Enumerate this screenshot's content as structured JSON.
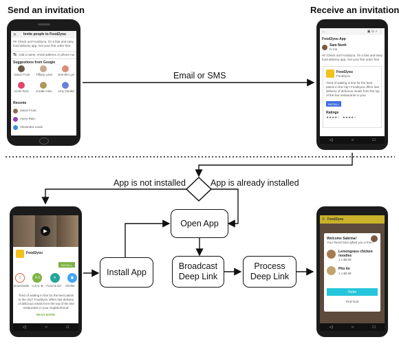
{
  "headings": {
    "send": "Send an invitation",
    "receive": "Receive an invitation"
  },
  "labels": {
    "email_sms": "Email or SMS",
    "not_installed": "App is not installed",
    "already_installed": "App is already installed"
  },
  "boxes": {
    "open_app": "Open App",
    "install_app": "Install App",
    "broadcast_l1": "Broadcast",
    "broadcast_l2": "Deep Link",
    "process_l1": "Process",
    "process_l2": "Deep Link"
  },
  "send_phone": {
    "title": "Invite people to Food2you",
    "message": "Hi! Check out Food2you, it's a fast and easy food delivery app. Get your first order free.",
    "to_label": "To",
    "to_placeholder": "Add a name, email address or phone number",
    "suggestions_label": "Suggestions from Google",
    "contacts": [
      "Jason Frost",
      "Tiffany Lewis",
      "Jennifer Lyn",
      "Annie Ruiz",
      "Jordan Alexander",
      "Amy Geralds"
    ],
    "recents_label": "Recents",
    "recents": [
      "Jason Frost",
      "Avery Rain",
      "Alexandra Lewis"
    ]
  },
  "receive_phone": {
    "toolbar_title": "Food2you App",
    "sender": "Sam Nunh",
    "sender_sub": "to me",
    "body": "Hi! Check out Food2you, it's a fast and easy food delivery app. Get your first order free.",
    "app_name": "Food2you",
    "app_sub": "Food2you",
    "pitch": "Tired of waiting in line for the best paints in the city? Food2you offers fast delivery of delicious meals from the top of the line restaurants in your neighborhood.",
    "install": "INSTALL",
    "ratings_label": "Ratings"
  },
  "store_phone": {
    "app_name": "Food2you",
    "install": "INSTALL",
    "badges": [
      "1",
      "4.3",
      "Food & Drink",
      "Similar"
    ],
    "badge_labels": [
      "Downloads",
      "4,471 ★",
      "Food & Drink",
      "Similar"
    ],
    "blurb": "Tired of waiting in line for the best paints in the city? Food2you offers fast delivery of delicious meals from the top of the line restaurants in your neighborhood.",
    "read_more": "READ MORE"
  },
  "open_phone": {
    "app_name": "Food2you",
    "welcome": "Welcome Sabrina!",
    "welcome_sub": "Your friend Sam gifted you a free order",
    "items": [
      {
        "name": "Lemongrass chicken noodles",
        "price": "1 x $8.99"
      },
      {
        "name": "Pho Ilo",
        "price": "1 x $8.99"
      }
    ],
    "order": "Order",
    "find_food": "Find food"
  }
}
